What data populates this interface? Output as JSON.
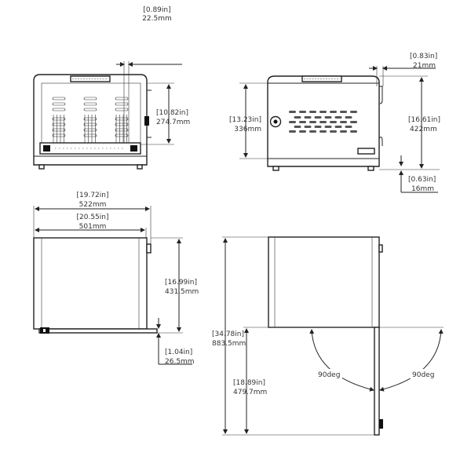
{
  "front_view": {
    "width_offset": {
      "in": "[0.89in]",
      "mm": "22.5mm"
    },
    "height": {
      "in": "[10.82in]",
      "mm": "274.7mm"
    }
  },
  "side_view": {
    "door_height": {
      "in": "[13.23in]",
      "mm": "336mm"
    },
    "handle_offset": {
      "in": "[0.83in]",
      "mm": "21mm"
    },
    "height": {
      "in": "[16.61in]",
      "mm": "422mm"
    },
    "foot_height": {
      "in": "[0.63in]",
      "mm": "16mm"
    }
  },
  "top_view": {
    "overall_width": {
      "in": "[19.72in]",
      "mm": "522mm"
    },
    "body_width": {
      "in": "[20.55in]",
      "mm": "501mm"
    },
    "depth": {
      "in": "[16.99in]",
      "mm": "431.5mm"
    },
    "latch_offset": {
      "in": "[1.04in]",
      "mm": "26.5mm"
    }
  },
  "open_door_view": {
    "total_depth": {
      "in": "[34.78in]",
      "mm": "883.5mm"
    },
    "door_swing": {
      "in": "[18.89in]",
      "mm": "479.7mm"
    },
    "angle_left": "90deg",
    "angle_right": "90deg"
  }
}
